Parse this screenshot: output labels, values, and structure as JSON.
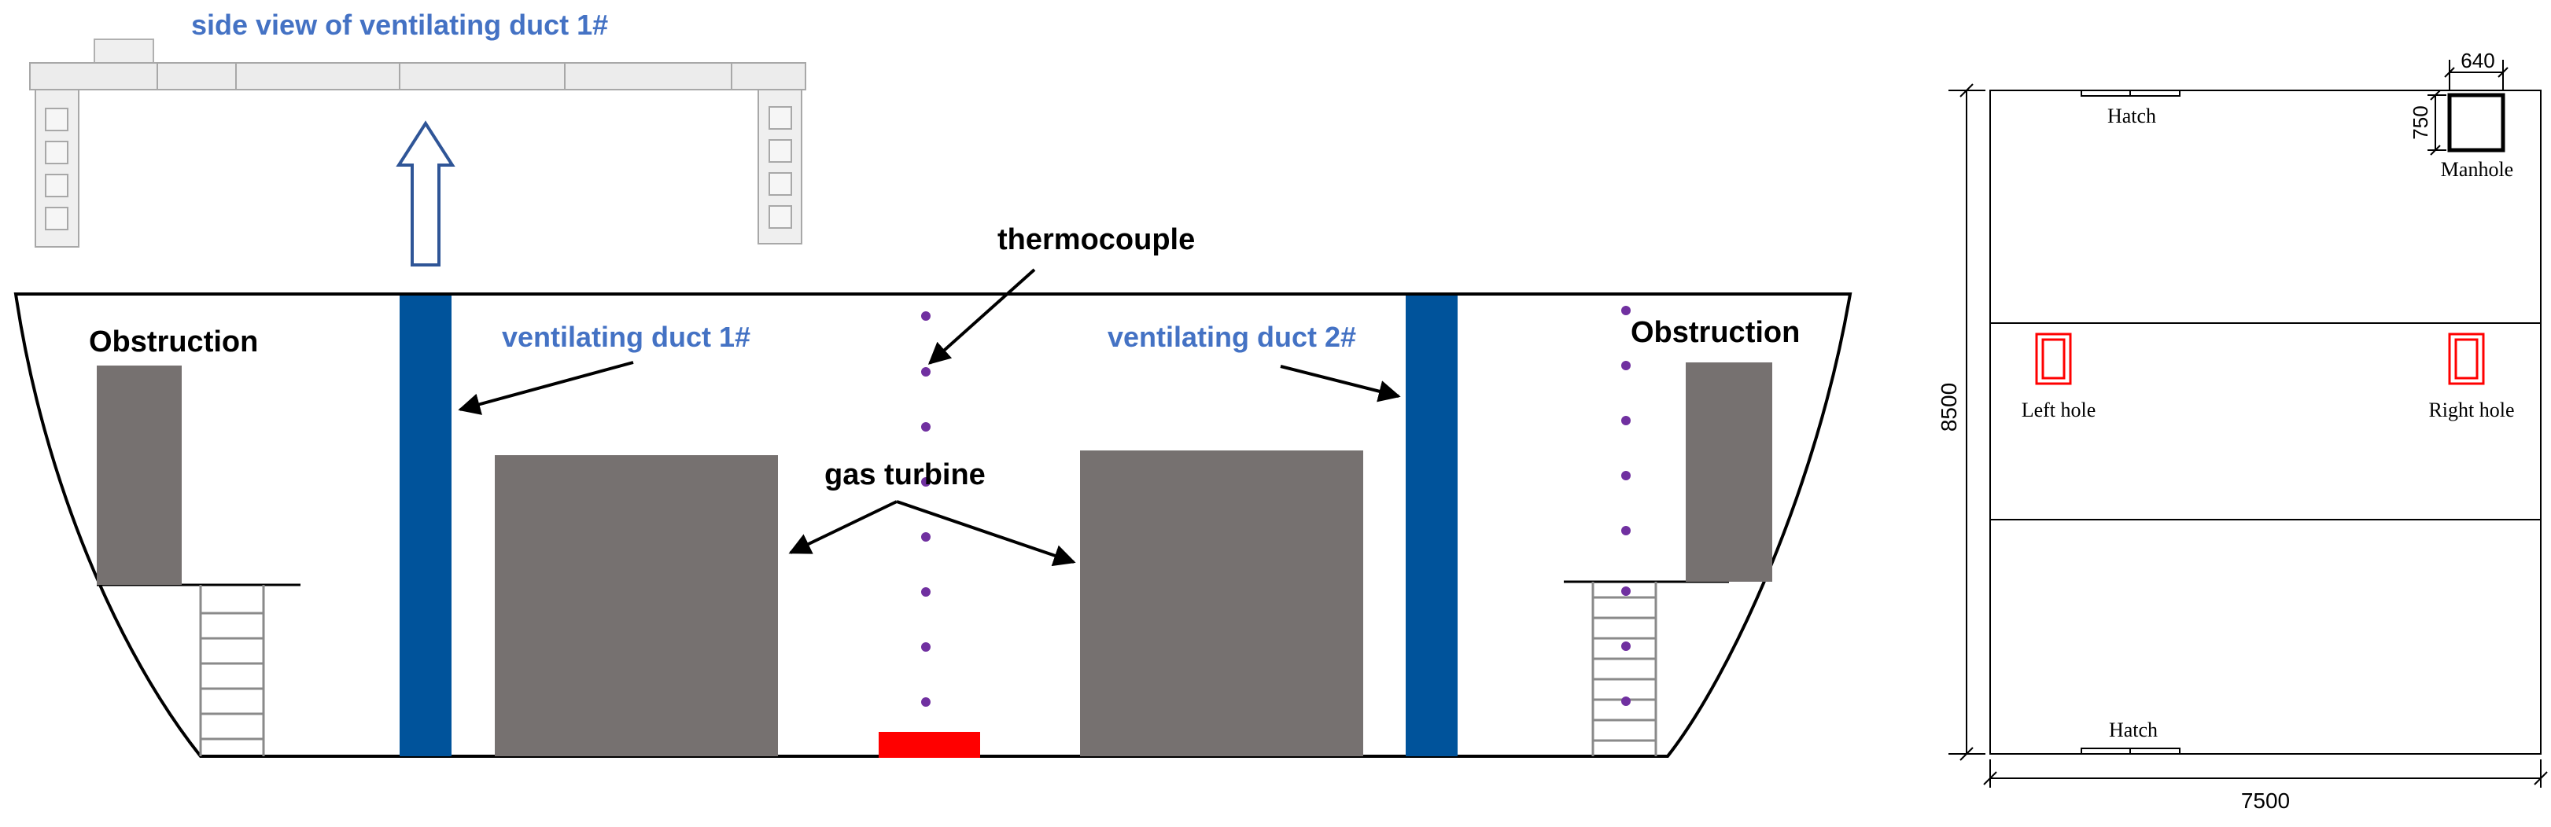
{
  "labels": {
    "side_view": "side  view of ventilating duct 1#",
    "thermocouple": "thermocouple",
    "duct1": "ventilating duct 1#",
    "duct2": "ventilating duct 2#",
    "gas_turbine": "gas turbine",
    "obstruction_left": "Obstruction",
    "obstruction_right": "Obstruction"
  },
  "plan": {
    "hatch_top": "Hatch",
    "hatch_bottom": "Hatch",
    "manhole": "Manhole",
    "left_hole": "Left hole",
    "right_hole": "Right hole",
    "dim_width": "7500",
    "dim_height": "8500",
    "dim_manhole_w": "640",
    "dim_manhole_h": "750"
  },
  "colors": {
    "duct_blue": "#00539b",
    "label_blue": "#4472c4",
    "block_gray": "#767170",
    "thermocouple_purple": "#7030a0",
    "fire_red": "#ff0000",
    "hole_red": "#ff0000",
    "line_black": "#000000"
  }
}
